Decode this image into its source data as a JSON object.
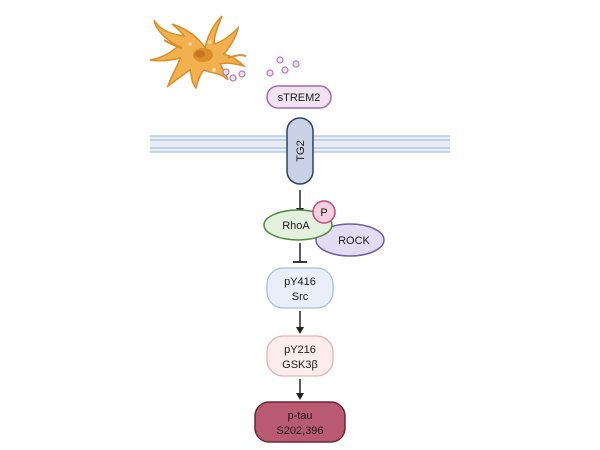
{
  "nodes": {
    "strem2": {
      "label": "sTREM2"
    },
    "tg2": {
      "label": "TG2"
    },
    "rhoa": {
      "label": "RhoA"
    },
    "phospho": {
      "label": "P"
    },
    "rock": {
      "label": "ROCK"
    },
    "src": {
      "line1": "pY416",
      "line2": "Src"
    },
    "gsk3b": {
      "line1": "pY216",
      "line2": "GSK3β"
    },
    "ptau": {
      "line1": "p-tau",
      "line2": "S202,396"
    }
  }
}
